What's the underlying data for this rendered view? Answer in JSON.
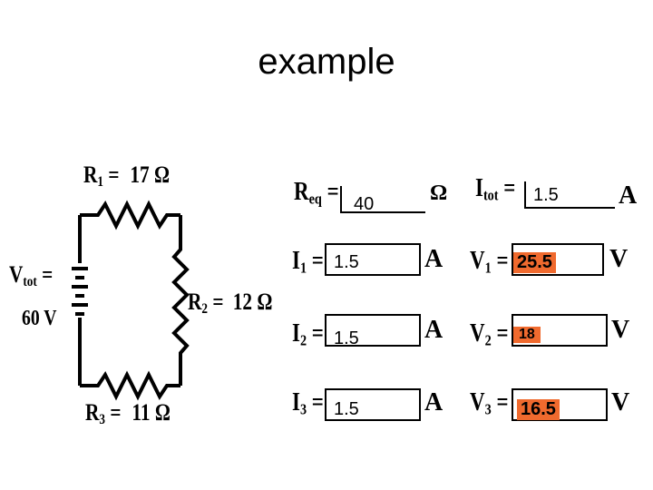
{
  "title": "example",
  "circuit": {
    "r1": {
      "name": "R",
      "sub": "1",
      "eq": " =",
      "value": "17 Ω"
    },
    "r2": {
      "name": "R",
      "sub": "2",
      "eq": " =",
      "value": "12 Ω"
    },
    "r3": {
      "name": "R",
      "sub": "3",
      "eq": " =",
      "value": "11 Ω"
    },
    "vtot": {
      "name": "V",
      "sub": "tot",
      "eq": " =",
      "value": "60 V"
    }
  },
  "answers": {
    "req": {
      "name": "R",
      "sub": "eq",
      "eq": " =",
      "value": "40",
      "unit": "Ω"
    },
    "itot": {
      "name": "I",
      "sub": "tot",
      "eq": " =",
      "value": "1.5",
      "unit": "A"
    },
    "i1": {
      "name": "I",
      "sub": "1",
      "eq": " =",
      "value": "1.5",
      "unit": "A"
    },
    "v1": {
      "name": "V",
      "sub": "1",
      "eq": " =",
      "value": "25.5",
      "unit": "V"
    },
    "i2": {
      "name": "I",
      "sub": "2",
      "eq": " =",
      "value": "1.5",
      "unit": "A"
    },
    "v2": {
      "name": "V",
      "sub": "2",
      "eq": " =",
      "value": "18",
      "unit": "V"
    },
    "i3": {
      "name": "I",
      "sub": "3",
      "eq": " =",
      "value": "1.5",
      "unit": "A"
    },
    "v3": {
      "name": "V",
      "sub": "3",
      "eq": " =",
      "value": "16.5",
      "unit": "V"
    }
  },
  "colors": {
    "highlight": "#f06a2e",
    "wire": "#000000"
  }
}
